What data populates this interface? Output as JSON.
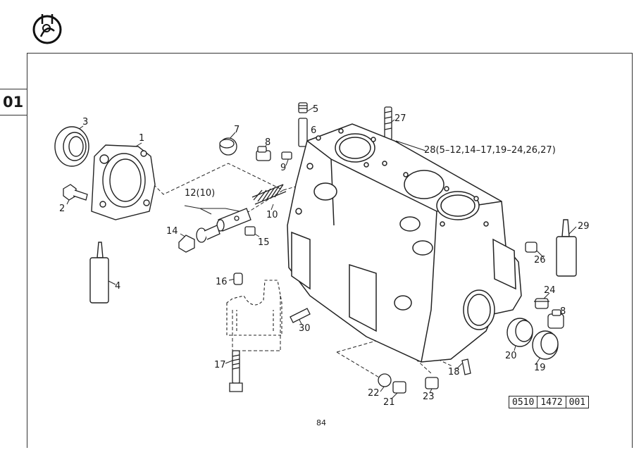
{
  "section_number": "01",
  "page_number": "84",
  "document_reference": [
    "0510",
    "1472",
    "001"
  ],
  "icon": "service-manual-symbol-icon",
  "callouts": [
    {
      "id": "c1",
      "text": "1"
    },
    {
      "id": "c2",
      "text": "2"
    },
    {
      "id": "c3",
      "text": "3"
    },
    {
      "id": "c4",
      "text": "4"
    },
    {
      "id": "c5",
      "text": "5"
    },
    {
      "id": "c6",
      "text": "6"
    },
    {
      "id": "c7",
      "text": "7"
    },
    {
      "id": "c8a",
      "text": "8"
    },
    {
      "id": "c8b",
      "text": "8"
    },
    {
      "id": "c9",
      "text": "9"
    },
    {
      "id": "c10",
      "text": "10"
    },
    {
      "id": "c12",
      "text": "12(10)"
    },
    {
      "id": "c14",
      "text": "14"
    },
    {
      "id": "c15",
      "text": "15"
    },
    {
      "id": "c16",
      "text": "16"
    },
    {
      "id": "c17",
      "text": "17"
    },
    {
      "id": "c18",
      "text": "18"
    },
    {
      "id": "c19",
      "text": "19"
    },
    {
      "id": "c20",
      "text": "20"
    },
    {
      "id": "c21",
      "text": "21"
    },
    {
      "id": "c22",
      "text": "22"
    },
    {
      "id": "c23",
      "text": "23"
    },
    {
      "id": "c24",
      "text": "24"
    },
    {
      "id": "c26",
      "text": "26"
    },
    {
      "id": "c27",
      "text": "27"
    },
    {
      "id": "c28",
      "text": "28(5–12,14–17,19–24,26,27)"
    },
    {
      "id": "c29",
      "text": "29"
    },
    {
      "id": "c30",
      "text": "30"
    }
  ]
}
